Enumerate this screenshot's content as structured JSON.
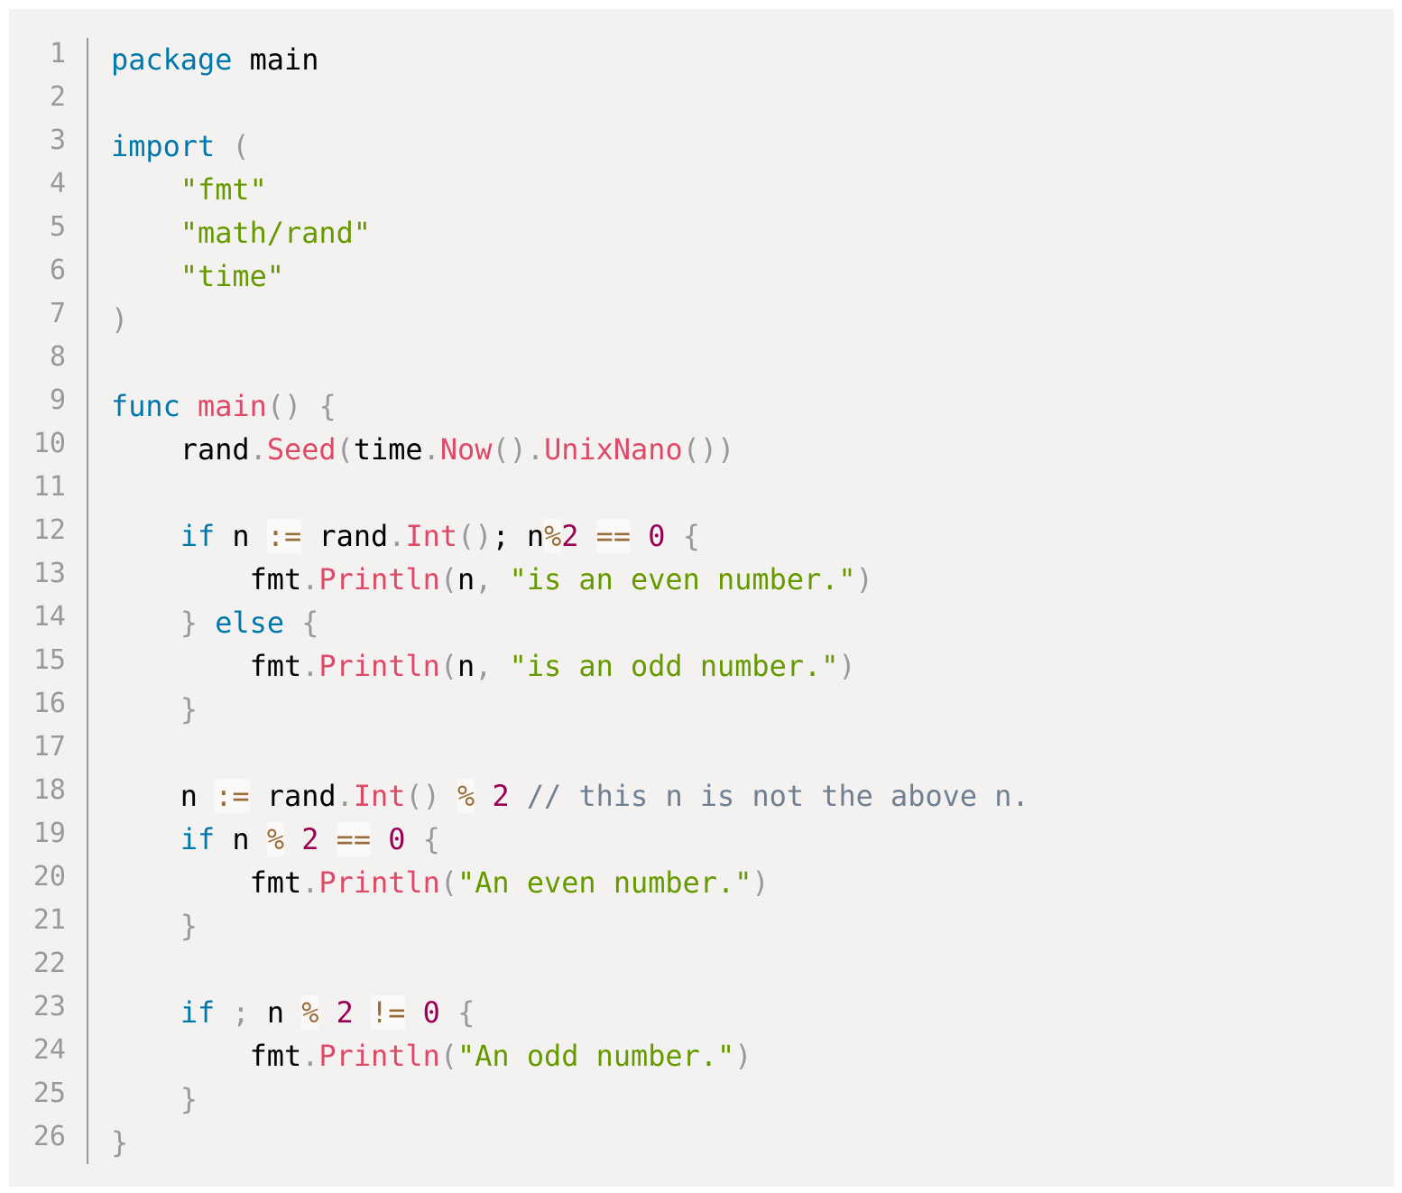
{
  "code": {
    "language": "go",
    "lines": [
      [
        [
          "k",
          "package"
        ],
        [
          "t",
          " main"
        ]
      ],
      [],
      [
        [
          "k",
          "import"
        ],
        [
          "t",
          " "
        ],
        [
          "p",
          "("
        ]
      ],
      [
        [
          "t",
          "    "
        ],
        [
          "s",
          "\"fmt\""
        ]
      ],
      [
        [
          "t",
          "    "
        ],
        [
          "s",
          "\"math/rand\""
        ]
      ],
      [
        [
          "t",
          "    "
        ],
        [
          "s",
          "\"time\""
        ]
      ],
      [
        [
          "p",
          ")"
        ]
      ],
      [],
      [
        [
          "k",
          "func"
        ],
        [
          "t",
          " "
        ],
        [
          "f",
          "main"
        ],
        [
          "p",
          "()"
        ],
        [
          "t",
          " "
        ],
        [
          "p",
          "{"
        ]
      ],
      [
        [
          "t",
          "    rand"
        ],
        [
          "p",
          "."
        ],
        [
          "f",
          "Seed"
        ],
        [
          "p",
          "("
        ],
        [
          "t",
          "time"
        ],
        [
          "p",
          "."
        ],
        [
          "f",
          "Now"
        ],
        [
          "p",
          "()"
        ],
        [
          "p",
          "."
        ],
        [
          "f",
          "UnixNano"
        ],
        [
          "p",
          "())"
        ]
      ],
      [],
      [
        [
          "t",
          "    "
        ],
        [
          "k",
          "if"
        ],
        [
          "t",
          " n "
        ],
        [
          "o",
          ":="
        ],
        [
          "t",
          " rand"
        ],
        [
          "p",
          "."
        ],
        [
          "f",
          "Int"
        ],
        [
          "p",
          "()"
        ],
        [
          "t",
          "; n"
        ],
        [
          "o",
          "%"
        ],
        [
          "n",
          "2"
        ],
        [
          "t",
          " "
        ],
        [
          "o",
          "=="
        ],
        [
          "t",
          " "
        ],
        [
          "n",
          "0"
        ],
        [
          "t",
          " "
        ],
        [
          "p",
          "{"
        ]
      ],
      [
        [
          "t",
          "        fmt"
        ],
        [
          "p",
          "."
        ],
        [
          "f",
          "Println"
        ],
        [
          "p",
          "("
        ],
        [
          "t",
          "n"
        ],
        [
          "p",
          ","
        ],
        [
          "t",
          " "
        ],
        [
          "s",
          "\"is an even number.\""
        ],
        [
          "p",
          ")"
        ]
      ],
      [
        [
          "t",
          "    "
        ],
        [
          "p",
          "}"
        ],
        [
          "t",
          " "
        ],
        [
          "k",
          "else"
        ],
        [
          "t",
          " "
        ],
        [
          "p",
          "{"
        ]
      ],
      [
        [
          "t",
          "        fmt"
        ],
        [
          "p",
          "."
        ],
        [
          "f",
          "Println"
        ],
        [
          "p",
          "("
        ],
        [
          "t",
          "n"
        ],
        [
          "p",
          ","
        ],
        [
          "t",
          " "
        ],
        [
          "s",
          "\"is an odd number.\""
        ],
        [
          "p",
          ")"
        ]
      ],
      [
        [
          "t",
          "    "
        ],
        [
          "p",
          "}"
        ]
      ],
      [],
      [
        [
          "t",
          "    n "
        ],
        [
          "o",
          ":="
        ],
        [
          "t",
          " rand"
        ],
        [
          "p",
          "."
        ],
        [
          "f",
          "Int"
        ],
        [
          "p",
          "()"
        ],
        [
          "t",
          " "
        ],
        [
          "o",
          "%"
        ],
        [
          "t",
          " "
        ],
        [
          "n",
          "2"
        ],
        [
          "t",
          " "
        ],
        [
          "c",
          "// this n is not the above n."
        ]
      ],
      [
        [
          "t",
          "    "
        ],
        [
          "k",
          "if"
        ],
        [
          "t",
          " n "
        ],
        [
          "o",
          "%"
        ],
        [
          "t",
          " "
        ],
        [
          "n",
          "2"
        ],
        [
          "t",
          " "
        ],
        [
          "o",
          "=="
        ],
        [
          "t",
          " "
        ],
        [
          "n",
          "0"
        ],
        [
          "t",
          " "
        ],
        [
          "p",
          "{"
        ]
      ],
      [
        [
          "t",
          "        fmt"
        ],
        [
          "p",
          "."
        ],
        [
          "f",
          "Println"
        ],
        [
          "p",
          "("
        ],
        [
          "s",
          "\"An even number.\""
        ],
        [
          "p",
          ")"
        ]
      ],
      [
        [
          "t",
          "    "
        ],
        [
          "p",
          "}"
        ]
      ],
      [],
      [
        [
          "t",
          "    "
        ],
        [
          "k",
          "if"
        ],
        [
          "t",
          " "
        ],
        [
          "p",
          ";"
        ],
        [
          "t",
          " n "
        ],
        [
          "o",
          "%"
        ],
        [
          "t",
          " "
        ],
        [
          "n",
          "2"
        ],
        [
          "t",
          " "
        ],
        [
          "o",
          "!="
        ],
        [
          "t",
          " "
        ],
        [
          "n",
          "0"
        ],
        [
          "t",
          " "
        ],
        [
          "p",
          "{"
        ]
      ],
      [
        [
          "t",
          "        fmt"
        ],
        [
          "p",
          "."
        ],
        [
          "f",
          "Println"
        ],
        [
          "p",
          "("
        ],
        [
          "s",
          "\"An odd number.\""
        ],
        [
          "p",
          ")"
        ]
      ],
      [
        [
          "t",
          "    "
        ],
        [
          "p",
          "}"
        ]
      ],
      [
        [
          "p",
          "}"
        ]
      ]
    ]
  }
}
